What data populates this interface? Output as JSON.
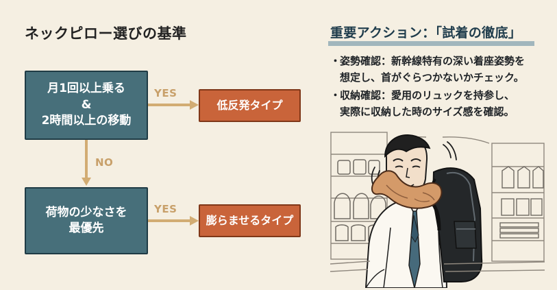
{
  "left_panel": {
    "title": "ネックピロー選びの基準",
    "nodes": {
      "decision_1": {
        "line1": "月1回以上乗る",
        "line2": "&",
        "line3": "2時間以上の移動"
      },
      "decision_2": {
        "line1": "荷物の少なさを",
        "line2": "最優先"
      },
      "result_1": "低反発タイプ",
      "result_2": "膨らませるタイプ"
    },
    "edges": {
      "yes_label_1": "YES",
      "no_label": "NO",
      "yes_label_2": "YES"
    }
  },
  "right_panel": {
    "title": "重要アクション：「試着の徹底」",
    "bullets": [
      {
        "marker": "・",
        "line1": "姿勢確認：新幹線特有の深い着座姿勢を",
        "line2": "想定し、首がぐらつかないかチェック。"
      },
      {
        "marker": "・",
        "line1": "収納確認：愛用のリュックを持参し、",
        "line2": "実際に収納した時のサイズ感を確認。"
      }
    ]
  },
  "colors": {
    "background": "#f5efe2",
    "decision_fill": "#476f7a",
    "decision_border": "#1f3b45",
    "result_fill": "#c9643a",
    "result_border": "#7f3718",
    "connector": "#d2ac73",
    "title_underline": "#8ca7b4"
  },
  "icons": {
    "yes_arrow_1": "arrow-right-icon",
    "yes_arrow_2": "arrow-right-icon",
    "no_arrow": "arrow-down-icon",
    "illustration": "traveler-with-neck-pillow-illustration"
  }
}
